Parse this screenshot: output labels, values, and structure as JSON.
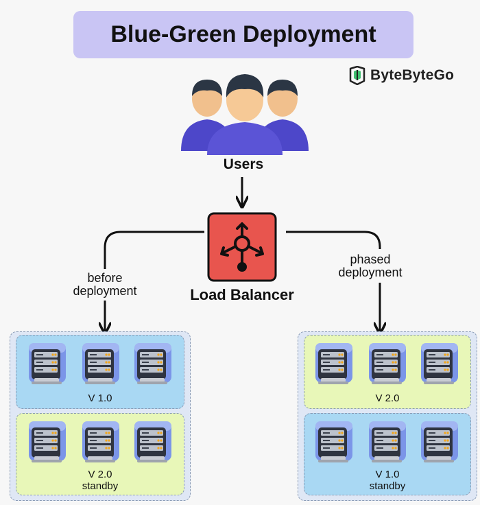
{
  "title": "Blue-Green Deployment",
  "brand": {
    "name": "ByteByteGo",
    "icon": "bytebytego-logo-icon"
  },
  "users": {
    "label": "Users",
    "icon": "users-group-icon"
  },
  "load_balancer": {
    "label": "Load Balancer",
    "icon": "load-balancer-icon"
  },
  "edges": {
    "left_label_line1": "before",
    "left_label_line2": "deployment",
    "right_label_line1": "phased",
    "right_label_line2": "deployment"
  },
  "left_group": {
    "top_env": {
      "version": "V 1.0",
      "status": "",
      "color": "#a9d8f3"
    },
    "bottom_env": {
      "version": "V 2.0",
      "status": "standby",
      "color": "#e8f7b8"
    }
  },
  "right_group": {
    "top_env": {
      "version": "V 2.0",
      "status": "",
      "color": "#e8f7b8"
    },
    "bottom_env": {
      "version": "V 1.0",
      "status": "standby",
      "color": "#a9d8f3"
    }
  },
  "colors": {
    "title_bg": "#c9c5f4",
    "lb_red": "#e8554e",
    "user_blue": "#5b54d6",
    "server_body": "#2f3440"
  }
}
